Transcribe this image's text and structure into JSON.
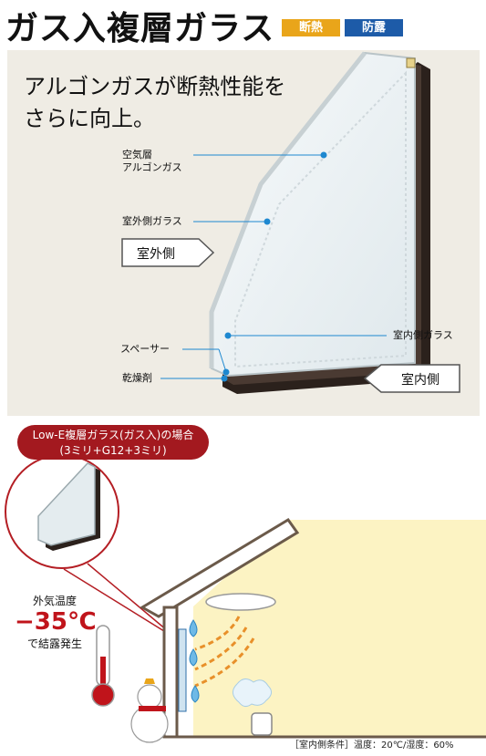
{
  "header": {
    "title": "ガス入複層ガラス",
    "badges": [
      "断熱",
      "防露"
    ],
    "badge_colors": [
      "#e9a51a",
      "#1d5ba8"
    ]
  },
  "top_panel": {
    "headline_line1": "アルゴンガスが断熱性能を",
    "headline_line2": "さらに向上。",
    "labels": {
      "air_layer_1": "空気層",
      "air_layer_2": "アルゴンガス",
      "outdoor_glass": "室外側ガラス",
      "spacer": "スペーサー",
      "desiccant": "乾燥剤",
      "indoor_glass": "室内側ガラス"
    },
    "outdoor_side": "室外側",
    "indoor_side": "室内側"
  },
  "bottom_panel": {
    "bubble_line1": "Low-E複層ガラス(ガス入)の場合",
    "bubble_line2": "(3ミリ+G12+3ミリ)",
    "outside_temp_label": "外気温度",
    "outside_temp_value": "−35℃",
    "condensation_text": "で結露発生",
    "conditions": "［室内側条件］温度：20℃/湿度：60%"
  }
}
